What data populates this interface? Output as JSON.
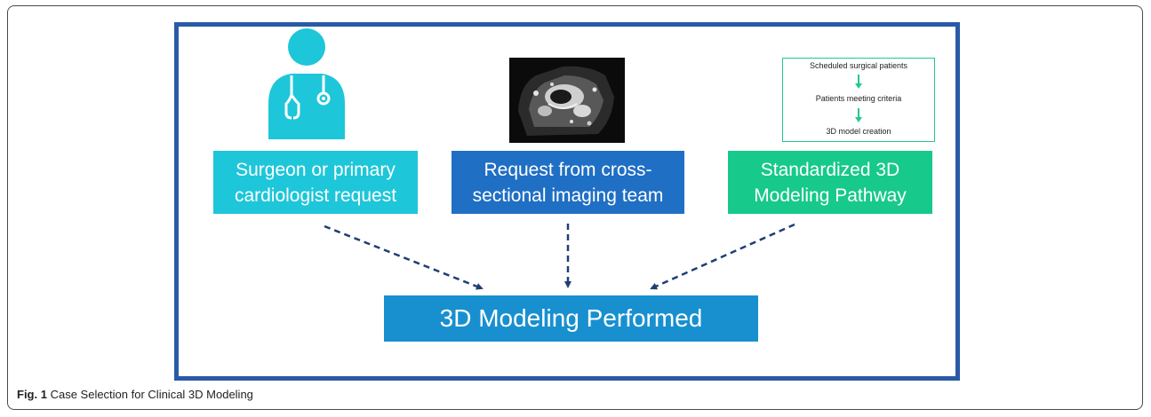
{
  "figure": {
    "caption_label": "Fig. 1",
    "caption_text": "Case Selection for Clinical 3D Modeling"
  },
  "sources": [
    {
      "line1": "Surgeon or primary",
      "line2": "cardiologist request",
      "color": "#1ec6d9"
    },
    {
      "line1": "Request from cross-",
      "line2": "sectional imaging team",
      "color": "#1f6fc4"
    },
    {
      "line1": "Standardized 3D",
      "line2": "Modeling Pathway",
      "color": "#17c98a"
    }
  ],
  "pathway": {
    "steps": [
      "Scheduled surgical patients",
      "Patients meeting criteria",
      "3D model creation"
    ],
    "color": "#22c98a"
  },
  "result": {
    "label": "3D Modeling Performed",
    "color": "#1890cf"
  },
  "colors": {
    "frame_border": "#2a5aa7",
    "arrow": "#1f3f73",
    "icon": "#1ec6d9"
  }
}
